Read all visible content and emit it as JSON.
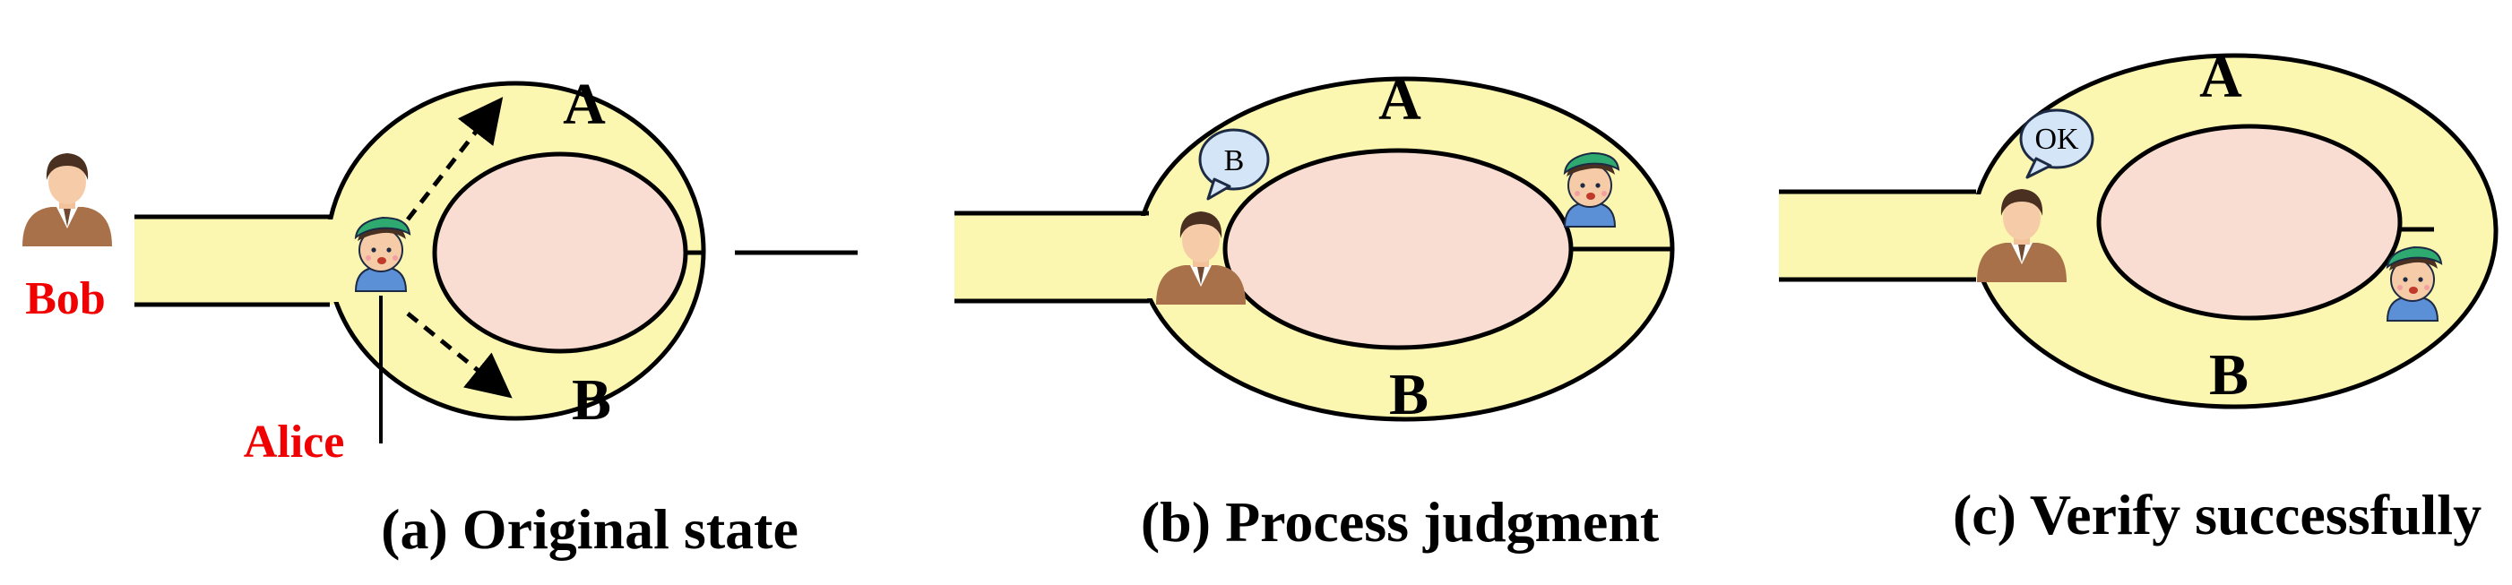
{
  "panels": [
    {
      "caption": "(a) Original state",
      "label_a": "A",
      "label_b": "B"
    },
    {
      "caption": "(b) Process judgment",
      "label_a": "A",
      "label_b": "B",
      "bubble": "B"
    },
    {
      "caption": "(c) Verify successfully",
      "label_a": "A",
      "label_b": "B",
      "bubble": "OK"
    }
  ],
  "characters": {
    "bob": "Bob",
    "alice": "Alice"
  },
  "colors": {
    "cave": "#fbf6b0",
    "core": "#f9ddd2",
    "label_red": "#f00000",
    "bubble": "#d3e5f7"
  }
}
